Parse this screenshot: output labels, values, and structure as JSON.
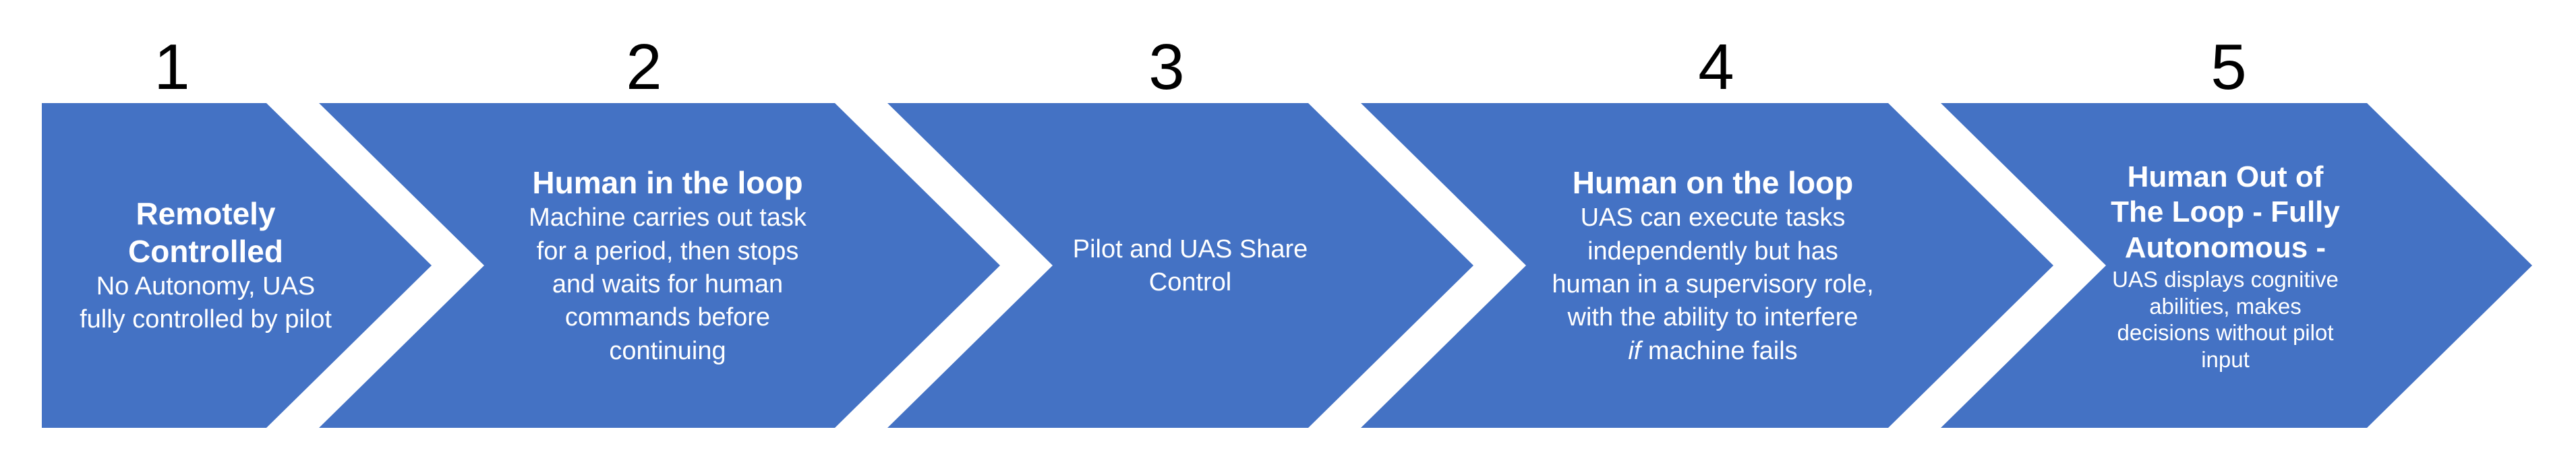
{
  "colors": {
    "chevron_fill": "#4472c4",
    "text_on_chevron": "#ffffff",
    "number_text": "#000000"
  },
  "stages": [
    {
      "number": "1",
      "title_lines": [
        "Remotely",
        "Controlled"
      ],
      "desc_lines": [
        "No Autonomy, UAS",
        "fully controlled by pilot"
      ]
    },
    {
      "number": "2",
      "title_lines": [
        "Human in the loop"
      ],
      "desc_lines": [
        "Machine carries out task",
        "for a period, then stops",
        "and waits for human",
        "commands before",
        "continuing"
      ]
    },
    {
      "number": "3",
      "title_lines": [],
      "desc_lines": [
        "Pilot and UAS Share",
        "Control"
      ]
    },
    {
      "number": "4",
      "title_lines": [
        "Human on the loop"
      ],
      "desc_lines": [
        "UAS can execute tasks",
        "independently but has",
        "human in a supervisory role,",
        "with the ability to interfere"
      ],
      "desc_last_italic": "if",
      "desc_last_rest": " machine fails"
    },
    {
      "number": "5",
      "title_lines": [
        "Human Out of",
        "The Loop - Fully",
        "Autonomous -"
      ],
      "desc_lines": [
        "UAS displays cognitive",
        "abilities, makes",
        "decisions without pilot",
        "input"
      ]
    }
  ]
}
